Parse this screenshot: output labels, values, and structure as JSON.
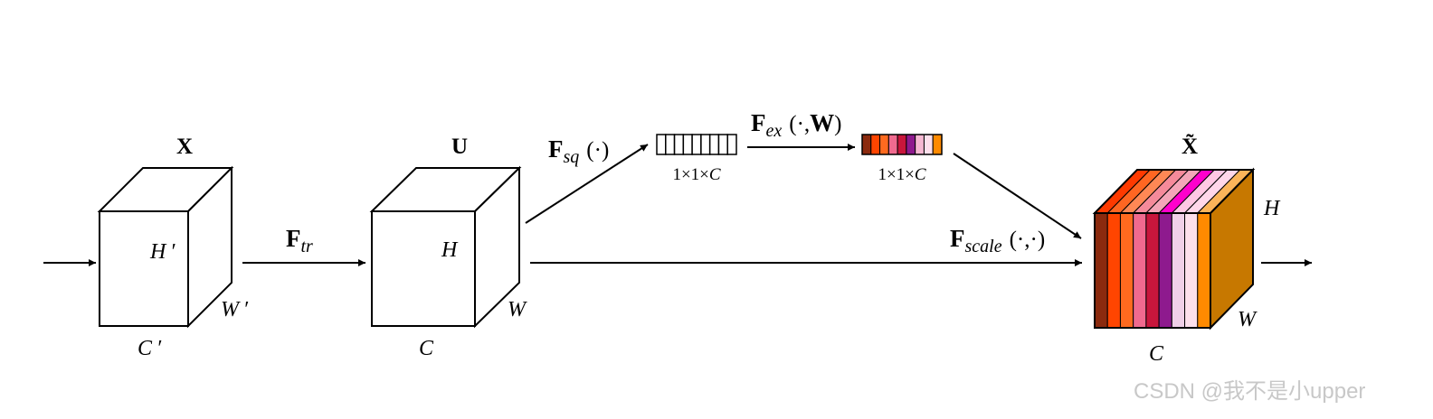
{
  "blocks": {
    "x": {
      "title": "X",
      "height": "H ′",
      "width": "W ′",
      "channels": "C ′"
    },
    "u": {
      "title": "U",
      "height": "H",
      "width": "W",
      "channels": "C"
    },
    "x_tilde": {
      "title": "X̃",
      "height": "H",
      "width": "W",
      "channels": "C"
    }
  },
  "operations": {
    "transform": {
      "main": "F",
      "sub": "tr"
    },
    "squeeze": {
      "main": "F",
      "sub": "sq",
      "args": "(·)"
    },
    "excitation": {
      "main": "F",
      "sub": "ex",
      "args_open": "(·,",
      "args_bold": "W",
      "args_close": ")"
    },
    "scale": {
      "main": "F",
      "sub": "scale",
      "args": "(·,·)"
    }
  },
  "vectors": {
    "squeezed": {
      "dims_prefix": "1×1×",
      "dims_var": "C",
      "cells": 9,
      "fill": "#ffffff"
    },
    "excited": {
      "dims_prefix": "1×1×",
      "dims_var": "C",
      "colors": [
        "#8b2a0e",
        "#ff4500",
        "#ff6a1f",
        "#f06a8f",
        "#c8163c",
        "#8e1a8e",
        "#f5b8d2",
        "#fde0ec",
        "#ff8a00"
      ]
    }
  },
  "output_slices": {
    "front_colors": [
      "#8b2a0e",
      "#ff4500",
      "#ff6a1f",
      "#f06a8f",
      "#c8163c",
      "#8e1a8e",
      "#f0d0e8",
      "#fde0ec",
      "#ff8a00"
    ],
    "top_colors": [
      "#ff3a00",
      "#ff6622",
      "#ff8855",
      "#f58a9a",
      "#f4a6b8",
      "#ff00cc",
      "#ffc8e4",
      "#ffd7ea",
      "#fbb45a"
    ],
    "side_color": "#c77800"
  },
  "watermark": "CSDN @我不是小upper"
}
